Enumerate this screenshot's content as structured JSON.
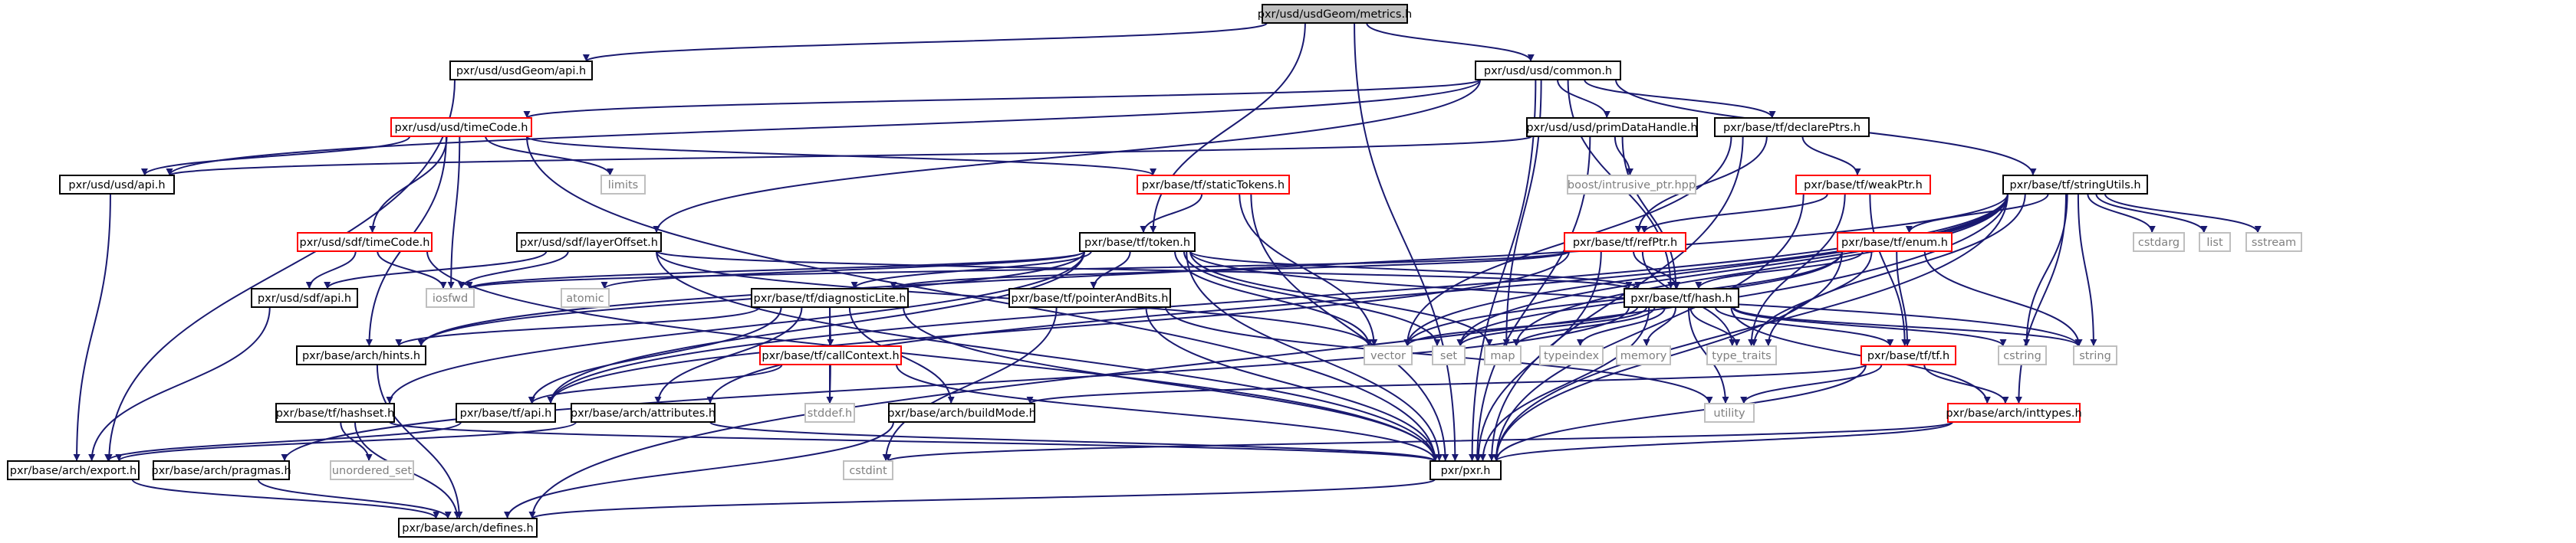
{
  "colors": {
    "edge": "#191970",
    "border_normal": "#000000",
    "border_truncated": "#ff0000",
    "border_system": "#bfbfbf",
    "text_normal": "#000000",
    "text_system": "#7f7f7f",
    "root_fill": "#bfbfbf",
    "node_fill": "#ffffff"
  },
  "nodes": [
    {
      "id": "root",
      "label": "pxr/usd/usdGeom/metrics.h",
      "style": "root"
    },
    {
      "id": "geomApi",
      "label": "pxr/usd/usdGeom/api.h",
      "style": "normal"
    },
    {
      "id": "common",
      "label": "pxr/usd/usd/common.h",
      "style": "normal"
    },
    {
      "id": "timeCode",
      "label": "pxr/usd/usd/timeCode.h",
      "style": "truncated"
    },
    {
      "id": "primDataHandle",
      "label": "pxr/usd/usd/primDataHandle.h",
      "style": "normal"
    },
    {
      "id": "declarePtrs",
      "label": "pxr/base/tf/declarePtrs.h",
      "style": "normal"
    },
    {
      "id": "usdApi",
      "label": "pxr/usd/usd/api.h",
      "style": "normal"
    },
    {
      "id": "limits",
      "label": "limits",
      "style": "system"
    },
    {
      "id": "staticTokens",
      "label": "pxr/base/tf/staticTokens.h",
      "style": "truncated"
    },
    {
      "id": "boostIntrusive",
      "label": "boost/intrusive_ptr.hpp",
      "style": "system"
    },
    {
      "id": "weakPtr",
      "label": "pxr/base/tf/weakPtr.h",
      "style": "truncated"
    },
    {
      "id": "stringUtils",
      "label": "pxr/base/tf/stringUtils.h",
      "style": "normal"
    },
    {
      "id": "sdfTimeCode",
      "label": "pxr/usd/sdf/timeCode.h",
      "style": "truncated"
    },
    {
      "id": "layerOffset",
      "label": "pxr/usd/sdf/layerOffset.h",
      "style": "normal"
    },
    {
      "id": "token",
      "label": "pxr/base/tf/token.h",
      "style": "normal"
    },
    {
      "id": "refPtr",
      "label": "pxr/base/tf/refPtr.h",
      "style": "truncated"
    },
    {
      "id": "enum",
      "label": "pxr/base/tf/enum.h",
      "style": "truncated"
    },
    {
      "id": "cstdarg",
      "label": "cstdarg",
      "style": "system"
    },
    {
      "id": "list",
      "label": "list",
      "style": "system"
    },
    {
      "id": "sstream",
      "label": "sstream",
      "style": "system"
    },
    {
      "id": "sdfApi",
      "label": "pxr/usd/sdf/api.h",
      "style": "normal"
    },
    {
      "id": "iosfwd",
      "label": "iosfwd",
      "style": "system"
    },
    {
      "id": "atomic",
      "label": "atomic",
      "style": "system"
    },
    {
      "id": "diagLite",
      "label": "pxr/base/tf/diagnosticLite.h",
      "style": "normal"
    },
    {
      "id": "pointerAndBits",
      "label": "pxr/base/tf/pointerAndBits.h",
      "style": "normal"
    },
    {
      "id": "hash",
      "label": "pxr/base/tf/hash.h",
      "style": "normal"
    },
    {
      "id": "hints",
      "label": "pxr/base/arch/hints.h",
      "style": "normal"
    },
    {
      "id": "callContext",
      "label": "pxr/base/tf/callContext.h",
      "style": "truncated"
    },
    {
      "id": "vector",
      "label": "vector",
      "style": "system"
    },
    {
      "id": "set",
      "label": "set",
      "style": "system"
    },
    {
      "id": "map",
      "label": "map",
      "style": "system"
    },
    {
      "id": "typeindex",
      "label": "typeindex",
      "style": "system"
    },
    {
      "id": "memory",
      "label": "memory",
      "style": "system"
    },
    {
      "id": "typeTraits",
      "label": "type_traits",
      "style": "system"
    },
    {
      "id": "tf",
      "label": "pxr/base/tf/tf.h",
      "style": "truncated"
    },
    {
      "id": "cstring",
      "label": "cstring",
      "style": "system"
    },
    {
      "id": "string",
      "label": "string",
      "style": "system"
    },
    {
      "id": "hashset",
      "label": "pxr/base/tf/hashset.h",
      "style": "normal"
    },
    {
      "id": "tfApi",
      "label": "pxr/base/tf/api.h",
      "style": "normal"
    },
    {
      "id": "archAttrs",
      "label": "pxr/base/arch/attributes.h",
      "style": "normal"
    },
    {
      "id": "stddef",
      "label": "stddef.h",
      "style": "system"
    },
    {
      "id": "buildMode",
      "label": "pxr/base/arch/buildMode.h",
      "style": "normal"
    },
    {
      "id": "utility",
      "label": "utility",
      "style": "system"
    },
    {
      "id": "inttypes",
      "label": "pxr/base/arch/inttypes.h",
      "style": "truncated"
    },
    {
      "id": "unorderedSet",
      "label": "unordered_set",
      "style": "system"
    },
    {
      "id": "archExport",
      "label": "pxr/base/arch/export.h",
      "style": "normal"
    },
    {
      "id": "pragmas",
      "label": "pxr/base/arch/pragmas.h",
      "style": "normal"
    },
    {
      "id": "cstdint",
      "label": "cstdint",
      "style": "system"
    },
    {
      "id": "pxr",
      "label": "pxr/pxr.h",
      "style": "normal"
    },
    {
      "id": "defines",
      "label": "pxr/base/arch/defines.h",
      "style": "normal"
    }
  ],
  "edges": [
    [
      "root",
      "geomApi"
    ],
    [
      "root",
      "common"
    ],
    [
      "root",
      "token"
    ],
    [
      "root",
      "pxr"
    ],
    [
      "geomApi",
      "archExport"
    ],
    [
      "common",
      "timeCode"
    ],
    [
      "common",
      "primDataHandle"
    ],
    [
      "common",
      "declarePtrs"
    ],
    [
      "common",
      "usdApi"
    ],
    [
      "common",
      "layerOffset"
    ],
    [
      "common",
      "stringUtils"
    ],
    [
      "common",
      "hash"
    ],
    [
      "common",
      "map"
    ],
    [
      "common",
      "pxr"
    ],
    [
      "timeCode",
      "usdApi"
    ],
    [
      "timeCode",
      "limits"
    ],
    [
      "timeCode",
      "staticTokens"
    ],
    [
      "timeCode",
      "sdfTimeCode"
    ],
    [
      "timeCode",
      "iosfwd"
    ],
    [
      "timeCode",
      "hints"
    ],
    [
      "timeCode",
      "pxr"
    ],
    [
      "primDataHandle",
      "usdApi"
    ],
    [
      "primDataHandle",
      "boostIntrusive"
    ],
    [
      "primDataHandle",
      "hash"
    ],
    [
      "primDataHandle",
      "pxr"
    ],
    [
      "declarePtrs",
      "weakPtr"
    ],
    [
      "declarePtrs",
      "refPtr"
    ],
    [
      "declarePtrs",
      "vector"
    ],
    [
      "declarePtrs",
      "pxr"
    ],
    [
      "usdApi",
      "archExport"
    ],
    [
      "staticTokens",
      "token"
    ],
    [
      "staticTokens",
      "vector"
    ],
    [
      "staticTokens",
      "pxr"
    ],
    [
      "weakPtr",
      "refPtr"
    ],
    [
      "weakPtr",
      "typeTraits"
    ],
    [
      "weakPtr",
      "tf"
    ],
    [
      "weakPtr",
      "pxr"
    ],
    [
      "stringUtils",
      "enum"
    ],
    [
      "stringUtils",
      "cstdarg"
    ],
    [
      "stringUtils",
      "list"
    ],
    [
      "stringUtils",
      "sstream"
    ],
    [
      "stringUtils",
      "string"
    ],
    [
      "stringUtils",
      "set"
    ],
    [
      "stringUtils",
      "map"
    ],
    [
      "stringUtils",
      "vector"
    ],
    [
      "stringUtils",
      "typeTraits"
    ],
    [
      "stringUtils",
      "cstring"
    ],
    [
      "stringUtils",
      "inttypes"
    ],
    [
      "stringUtils",
      "hints"
    ],
    [
      "stringUtils",
      "tfApi"
    ],
    [
      "stringUtils",
      "archAttrs"
    ],
    [
      "stringUtils",
      "defines"
    ],
    [
      "stringUtils",
      "pxr"
    ],
    [
      "sdfTimeCode",
      "sdfApi"
    ],
    [
      "sdfTimeCode",
      "iosfwd"
    ],
    [
      "sdfTimeCode",
      "pxr"
    ],
    [
      "layerOffset",
      "sdfApi"
    ],
    [
      "layerOffset",
      "iosfwd"
    ],
    [
      "layerOffset",
      "vector"
    ],
    [
      "layerOffset",
      "hash"
    ],
    [
      "layerOffset",
      "pxr"
    ],
    [
      "token",
      "iosfwd"
    ],
    [
      "token",
      "atomic"
    ],
    [
      "token",
      "diagLite"
    ],
    [
      "token",
      "pointerAndBits"
    ],
    [
      "token",
      "hash"
    ],
    [
      "token",
      "hashset"
    ],
    [
      "token",
      "tfApi"
    ],
    [
      "token",
      "vector"
    ],
    [
      "token",
      "set"
    ],
    [
      "token",
      "map"
    ],
    [
      "token",
      "string"
    ],
    [
      "token",
      "hints"
    ],
    [
      "token",
      "pxr"
    ],
    [
      "refPtr",
      "diagLite"
    ],
    [
      "refPtr",
      "hash"
    ],
    [
      "refPtr",
      "tfApi"
    ],
    [
      "refPtr",
      "typeTraits"
    ],
    [
      "refPtr",
      "pxr"
    ],
    [
      "refPtr",
      "iosfwd"
    ],
    [
      "enum",
      "hash"
    ],
    [
      "enum",
      "tf"
    ],
    [
      "enum",
      "string"
    ],
    [
      "enum",
      "set"
    ],
    [
      "enum",
      "vector"
    ],
    [
      "enum",
      "typeTraits"
    ],
    [
      "enum",
      "pxr"
    ],
    [
      "sdfApi",
      "archExport"
    ],
    [
      "diagLite",
      "callContext"
    ],
    [
      "diagLite",
      "tfApi"
    ],
    [
      "diagLite",
      "archAttrs"
    ],
    [
      "diagLite",
      "buildMode"
    ],
    [
      "diagLite",
      "hints"
    ],
    [
      "diagLite",
      "stddef"
    ],
    [
      "diagLite",
      "pxr"
    ],
    [
      "pointerAndBits",
      "pxr"
    ],
    [
      "pointerAndBits",
      "cstdint"
    ],
    [
      "pointerAndBits",
      "utility"
    ],
    [
      "hash",
      "tf"
    ],
    [
      "hash",
      "typeindex"
    ],
    [
      "hash",
      "memory"
    ],
    [
      "hash",
      "typeTraits"
    ],
    [
      "hash",
      "cstring"
    ],
    [
      "hash",
      "string"
    ],
    [
      "hash",
      "vector"
    ],
    [
      "hash",
      "set"
    ],
    [
      "hash",
      "map"
    ],
    [
      "hash",
      "utility"
    ],
    [
      "hash",
      "pragmas"
    ],
    [
      "hash",
      "inttypes"
    ],
    [
      "hash",
      "pxr"
    ],
    [
      "hints",
      "defines"
    ],
    [
      "callContext",
      "tfApi"
    ],
    [
      "callContext",
      "stddef"
    ],
    [
      "callContext",
      "pxr"
    ],
    [
      "tf",
      "buildMode"
    ],
    [
      "tf",
      "inttypes"
    ],
    [
      "tf",
      "utility"
    ],
    [
      "tf",
      "pxr"
    ],
    [
      "hashset",
      "unorderedSet"
    ],
    [
      "hashset",
      "defines"
    ],
    [
      "hashset",
      "pxr"
    ],
    [
      "tfApi",
      "archExport"
    ],
    [
      "archAttrs",
      "archExport"
    ],
    [
      "archAttrs",
      "pxr"
    ],
    [
      "buildMode",
      "defines"
    ],
    [
      "inttypes",
      "cstdint"
    ],
    [
      "inttypes",
      "pxr"
    ],
    [
      "archExport",
      "defines"
    ],
    [
      "pragmas",
      "defines"
    ],
    [
      "pxr",
      "defines"
    ]
  ]
}
